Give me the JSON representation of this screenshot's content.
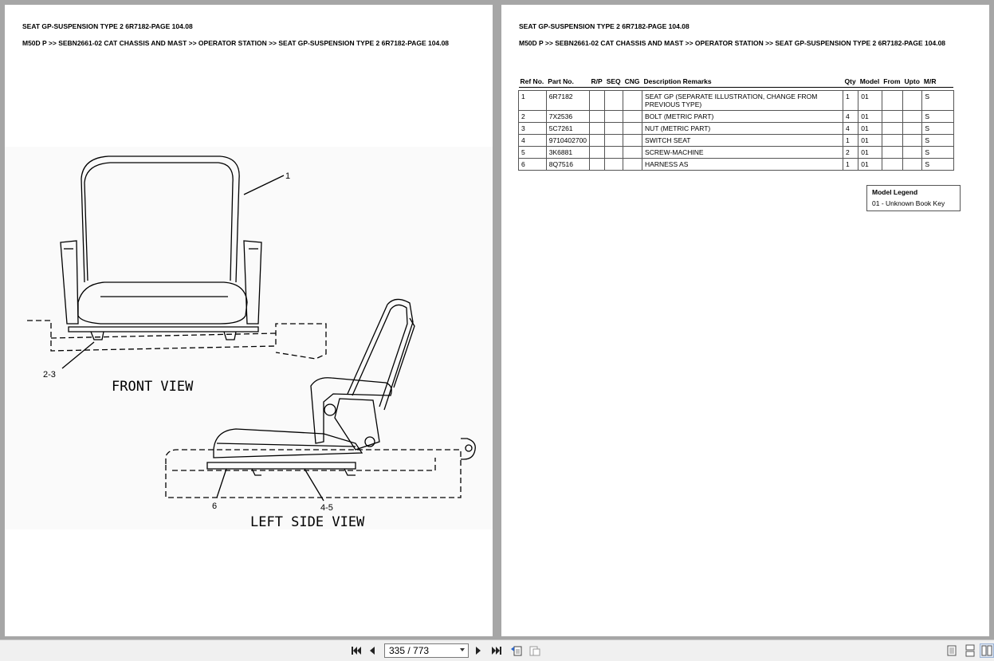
{
  "document": {
    "title": "SEAT GP-SUSPENSION TYPE 2 6R7182-PAGE 104.08",
    "breadcrumb": "M50D P >> SEBN2661-02 CAT CHASSIS AND MAST >> OPERATOR STATION >> SEAT GP-SUSPENSION TYPE 2 6R7182-PAGE 104.08"
  },
  "illustration": {
    "front_view_label": "FRONT VIEW",
    "side_view_label": "LEFT SIDE VIEW",
    "callouts": [
      "1",
      "2-3",
      "6",
      "4-5"
    ]
  },
  "parts_table": {
    "headers": [
      "Ref No.",
      "Part No.",
      "R/P",
      "SEQ",
      "CNG",
      "Description Remarks",
      "Qty",
      "Model",
      "From",
      "Upto",
      "M/R"
    ],
    "rows": [
      {
        "ref": "1",
        "part": "6R7182",
        "rp": "",
        "seq": "",
        "cng": "",
        "desc": "SEAT GP (SEPARATE ILLUSTRATION, CHANGE FROM PREVIOUS TYPE)",
        "qty": "1",
        "model": "01",
        "from": "",
        "upto": "",
        "mr": "S"
      },
      {
        "ref": "2",
        "part": "7X2536",
        "rp": "",
        "seq": "",
        "cng": "",
        "desc": "BOLT (METRIC PART)",
        "qty": "4",
        "model": "01",
        "from": "",
        "upto": "",
        "mr": "S"
      },
      {
        "ref": "3",
        "part": "5C7261",
        "rp": "",
        "seq": "",
        "cng": "",
        "desc": "NUT (METRIC PART)",
        "qty": "4",
        "model": "01",
        "from": "",
        "upto": "",
        "mr": "S"
      },
      {
        "ref": "4",
        "part": "9710402700",
        "rp": "",
        "seq": "",
        "cng": "",
        "desc": "SWITCH SEAT",
        "qty": "1",
        "model": "01",
        "from": "",
        "upto": "",
        "mr": "S"
      },
      {
        "ref": "5",
        "part": "3K6881",
        "rp": "",
        "seq": "",
        "cng": "",
        "desc": "SCREW-MACHINE",
        "qty": "2",
        "model": "01",
        "from": "",
        "upto": "",
        "mr": "S"
      },
      {
        "ref": "6",
        "part": "8Q7516",
        "rp": "",
        "seq": "",
        "cng": "",
        "desc": "HARNESS AS",
        "qty": "1",
        "model": "01",
        "from": "",
        "upto": "",
        "mr": "S"
      }
    ]
  },
  "legend": {
    "title": "Model Legend",
    "entry": "01 - Unknown Book Key"
  },
  "toolbar": {
    "page_indicator": "335 / 773",
    "icons": [
      "first-page-icon",
      "prev-page-icon",
      "next-page-icon",
      "last-page-icon",
      "back-view-icon",
      "forward-view-icon",
      "single-page-icon",
      "continuous-page-icon",
      "facing-pages-icon"
    ]
  }
}
